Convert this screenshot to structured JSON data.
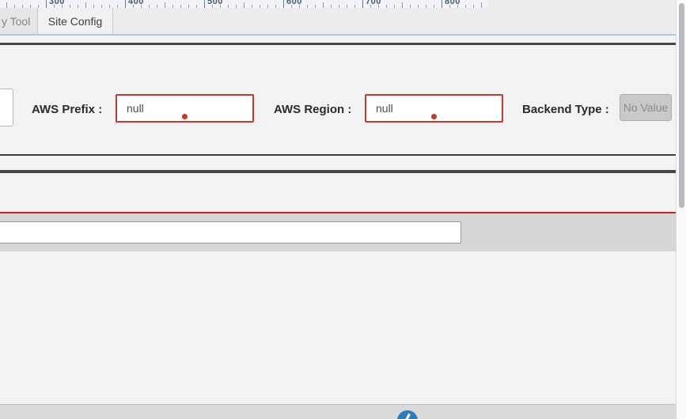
{
  "ruler": {
    "labels": [
      "300",
      "400",
      "500",
      "600",
      "700",
      "800"
    ]
  },
  "tabs": [
    {
      "label": "y Tool",
      "active": false
    },
    {
      "label": "Site Config",
      "active": true
    }
  ],
  "form": {
    "fields": [
      {
        "label": "AWS Prefix :",
        "value": "null",
        "state": "invalid"
      },
      {
        "label": "AWS Region :",
        "value": "null",
        "state": "invalid"
      },
      {
        "label": "Backend Type :",
        "value": "No Value",
        "state": "disabled"
      }
    ]
  },
  "wide_input": {
    "value": "",
    "placeholder": ""
  },
  "icons": {
    "fab": "info-icon"
  },
  "colors": {
    "accent_blue": "#a6cbe9",
    "error_red": "#c8382e",
    "divider_red": "#cc2418",
    "fab_blue": "#2d7cb8",
    "dark_divider": "#474747",
    "disabled_gray": "#c9c9c9"
  }
}
